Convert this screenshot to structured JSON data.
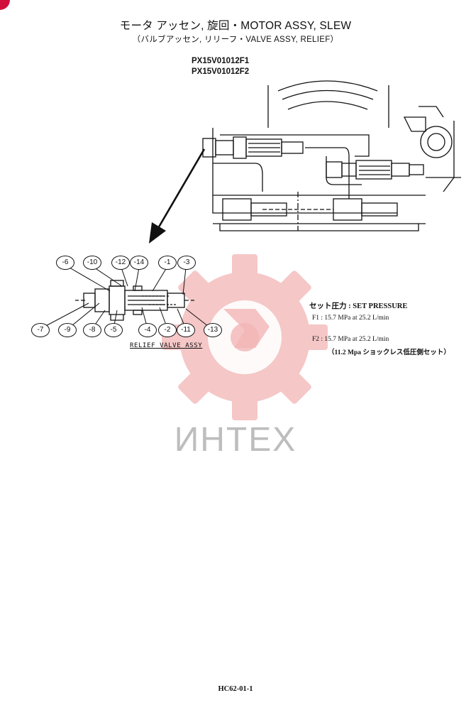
{
  "header": {
    "title": "モータ アッセン, 旋回・MOTOR ASSY, SLEW",
    "subtitle": "（バルブアッセン, リリーフ・VALVE ASSY, RELIEF）",
    "part_numbers": [
      "PX15V01012F1",
      "PX15V01012F2"
    ]
  },
  "callouts_top": [
    "-6",
    "-10",
    "-12",
    "-14",
    "-1",
    "-3"
  ],
  "callouts_bottom": [
    "-7",
    "-9",
    "-8",
    "-5",
    "-4",
    "-2",
    "-11",
    "-13"
  ],
  "caption": "RELIEF VALVE ASSY",
  "set_pressure": {
    "heading": "セット圧力 : SET PRESSURE",
    "f1": "F1 : 15.7 MPa at 25.2 L/min",
    "f2": "F2 : 15.7 MPa at 25.2 L/min",
    "f2_note": "（11.2 Mpa ショックレス低圧側セット）"
  },
  "watermark": {
    "text": "ИНТЕХ",
    "color": "#f2b5b5"
  },
  "footer": "HC62-01-1"
}
